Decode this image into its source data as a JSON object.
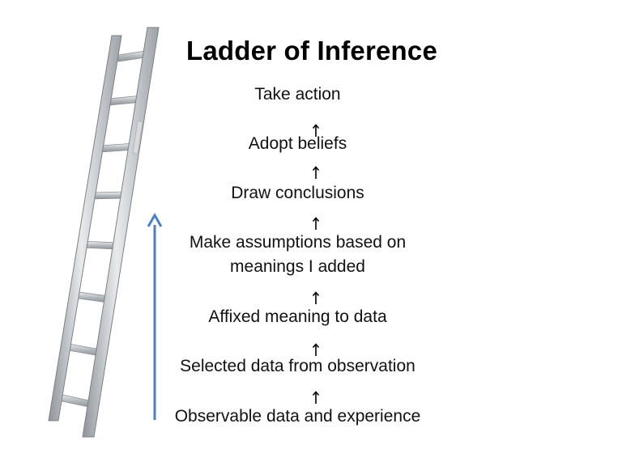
{
  "title": "Ladder of Inference",
  "steps": [
    "Take action",
    "Adopt beliefs",
    "Draw conclusions",
    "Make assumptions based on",
    "meanings I added",
    "Affixed meaning to data",
    "Selected data from observation",
    "Observable data and experience"
  ],
  "colors": {
    "progress_arrow": "#4f7fbd",
    "ladder": "#b9bdc2"
  },
  "icons": {
    "step_arrow": "up-arrow-icon",
    "progress_arrow": "long-up-arrow-icon",
    "ladder": "ladder-illustration"
  }
}
